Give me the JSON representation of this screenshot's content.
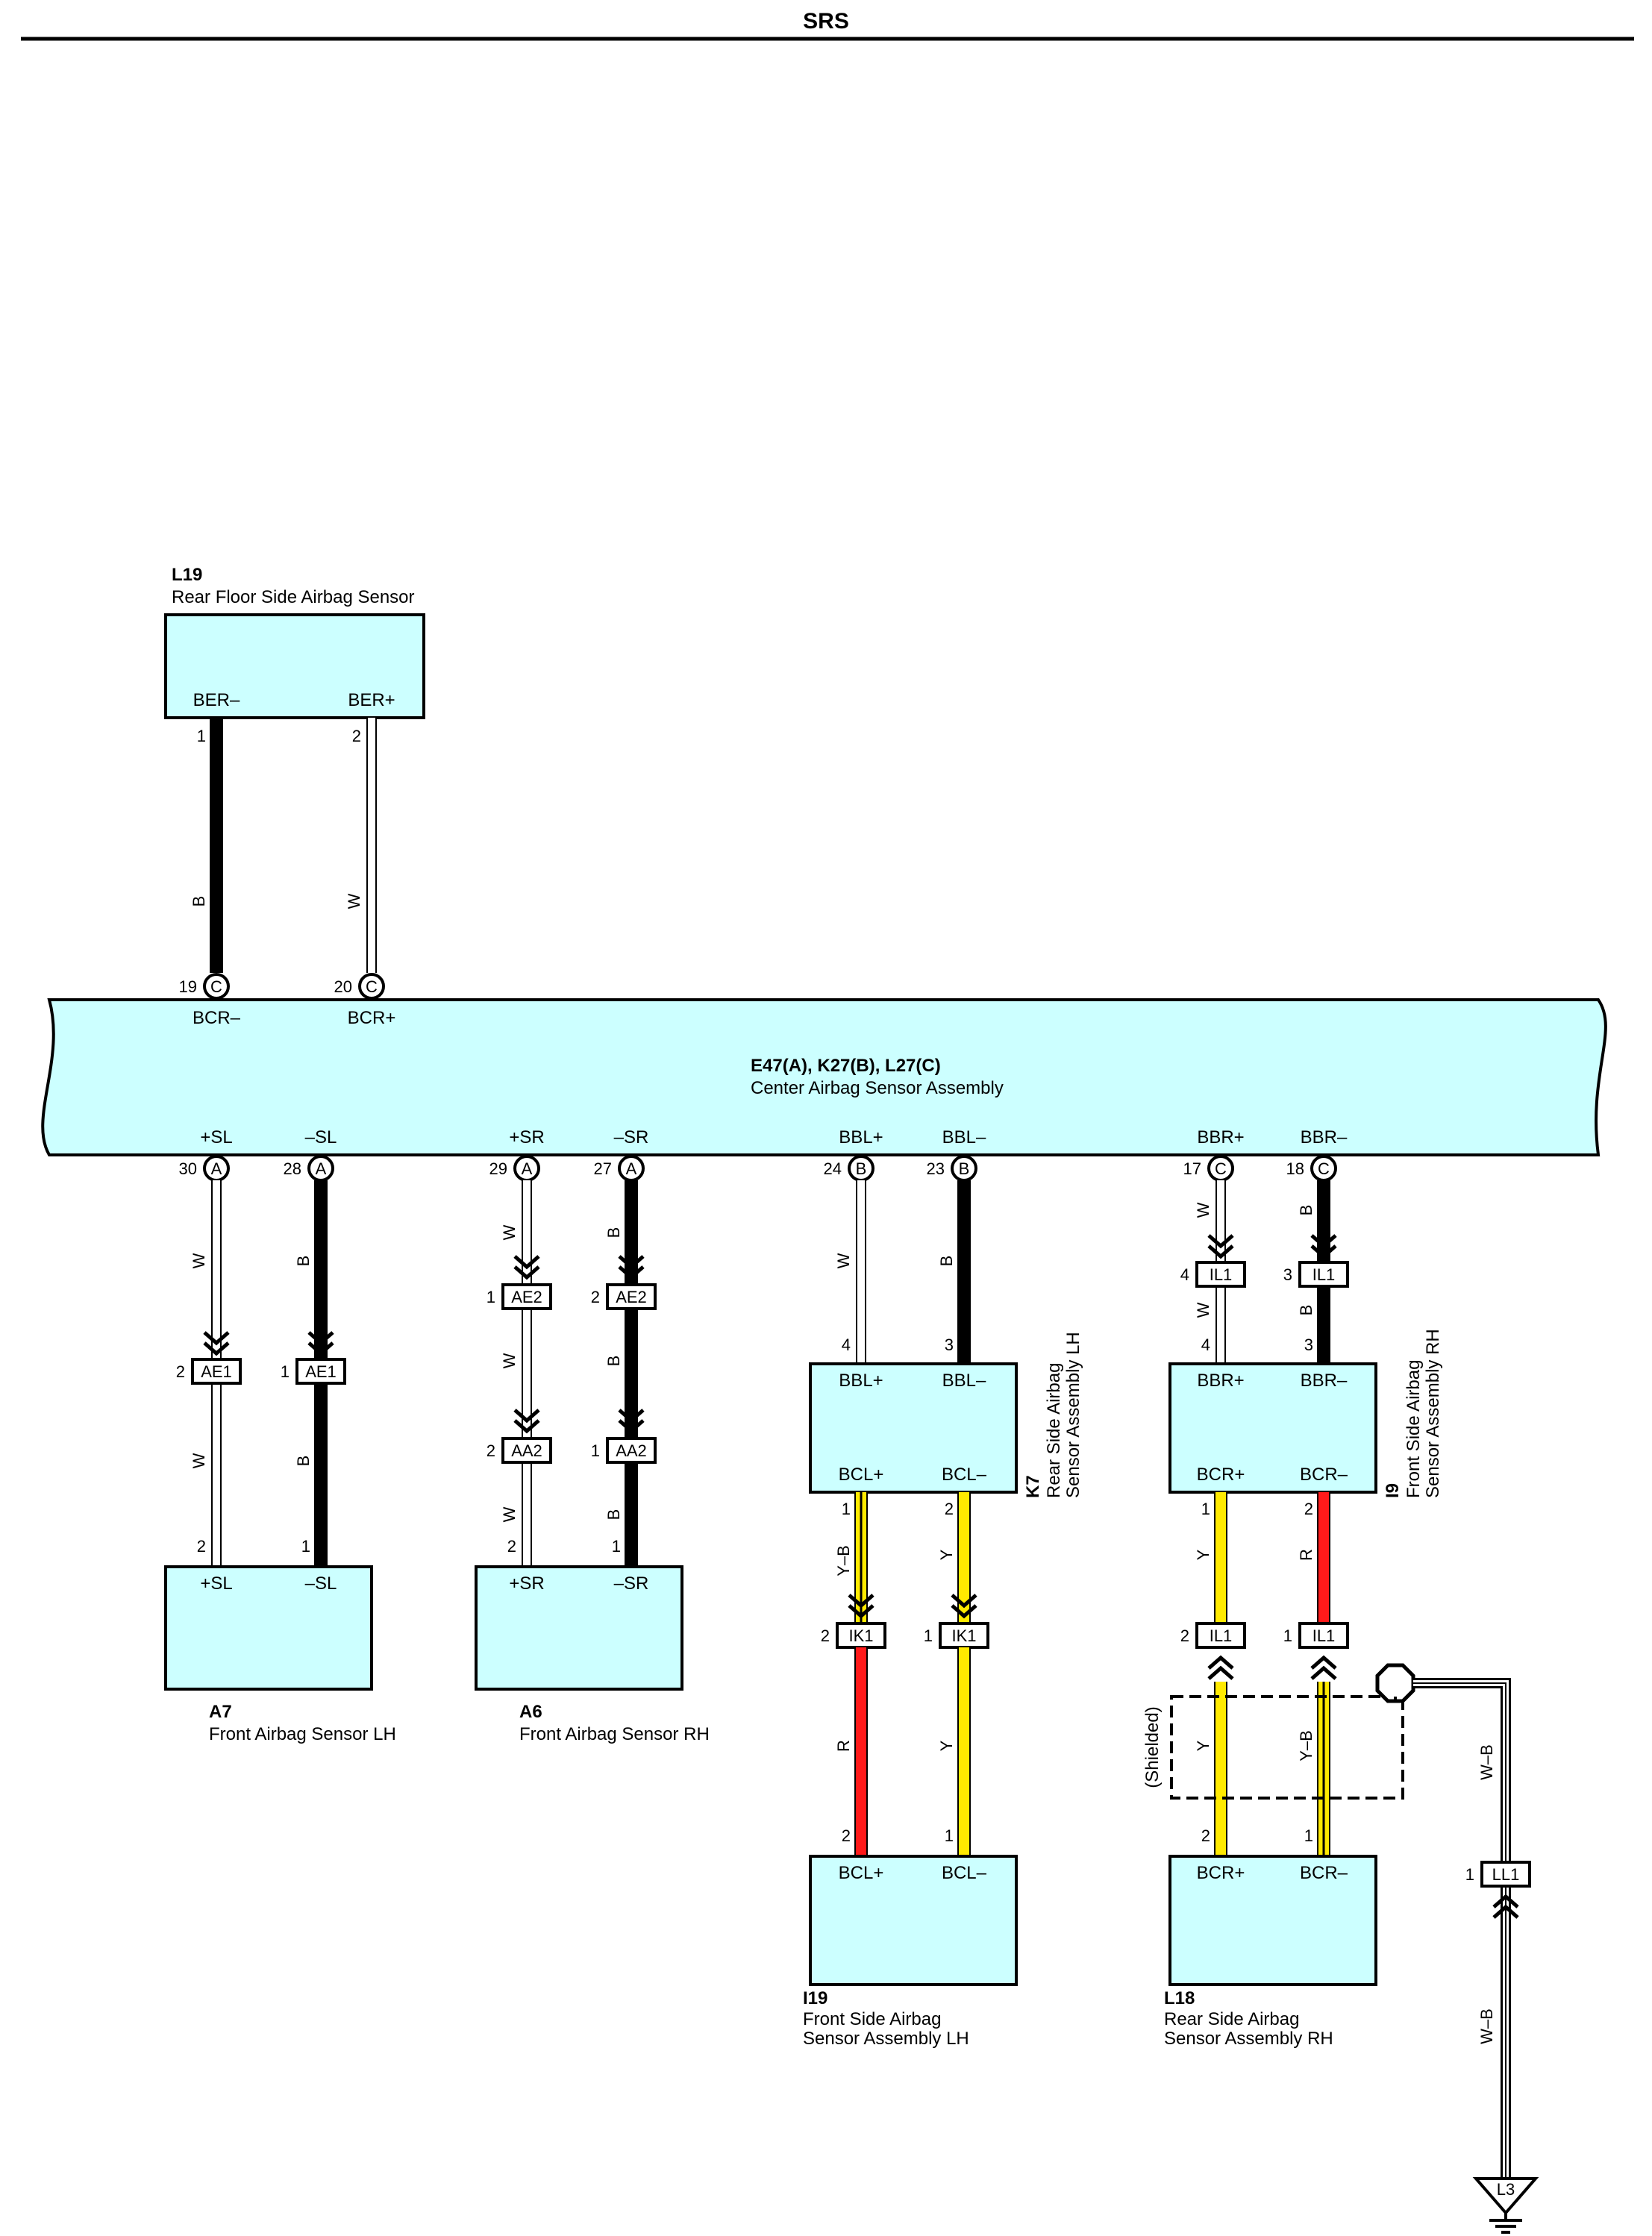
{
  "header": {
    "title": "SRS"
  },
  "components": {
    "L19": {
      "code": "L19",
      "name": "Rear Floor Side Airbag Sensor",
      "terms": [
        "BER–",
        "BER+"
      ]
    },
    "center": {
      "code": "E47(A), K27(B), L27(C)",
      "name": "Center Airbag Sensor Assembly",
      "top_terms": [
        "BCR–",
        "BCR+"
      ],
      "bottom_terms": [
        "+SL",
        "–SL",
        "+SR",
        "–SR",
        "BBL+",
        "BBL–",
        "BBR+",
        "BBR–"
      ]
    },
    "A7": {
      "code": "A7",
      "name": "Front Airbag Sensor LH",
      "terms": [
        "+SL",
        "–SL"
      ]
    },
    "A6": {
      "code": "A6",
      "name": "Front Airbag Sensor RH",
      "terms": [
        "+SR",
        "–SR"
      ]
    },
    "K7": {
      "code": "K7",
      "name_line1": "Rear Side Airbag",
      "name_line2": "Sensor Assembly LH",
      "terms": [
        "BBL+",
        "BBL–",
        "BCL+",
        "BCL–"
      ]
    },
    "I9": {
      "code": "I9",
      "name_line1": "Front Side Airbag",
      "name_line2": "Sensor Assembly RH",
      "terms": [
        "BBR+",
        "BBR–",
        "BCR+",
        "BCR–"
      ]
    },
    "I19": {
      "code": "I19",
      "name_line1": "Front Side Airbag",
      "name_line2": "Sensor Assembly LH",
      "terms": [
        "BCL+",
        "BCL–"
      ]
    },
    "L18": {
      "code": "L18",
      "name_line1": "Rear Side Airbag",
      "name_line2": "Sensor Assembly RH",
      "terms": [
        "BCR+",
        "BCR–"
      ]
    },
    "ground": {
      "label": "L3"
    }
  },
  "connectors": {
    "AE1": "AE1",
    "AE2": "AE2",
    "AA2": "AA2",
    "IK1": "IK1",
    "IL1": "IL1",
    "LL1": "LL1",
    "A": "A",
    "B": "B",
    "C": "C"
  },
  "pins": {
    "p1": "1",
    "p2": "2",
    "p3": "3",
    "p4": "4",
    "p17": "17",
    "p18": "18",
    "p19": "19",
    "p20": "20",
    "p23": "23",
    "p24": "24",
    "p27": "27",
    "p28": "28",
    "p29": "29",
    "p30": "30"
  },
  "wire_colors": {
    "B": "B",
    "W": "W",
    "Y": "Y",
    "R": "R",
    "Y–B": "Y–B",
    "W–B": "W–B"
  },
  "shielded_label": "(Shielded)",
  "palette": {
    "component_fill": "#ccffff",
    "yellow": "#ffea00",
    "red": "#ff1a1a"
  }
}
